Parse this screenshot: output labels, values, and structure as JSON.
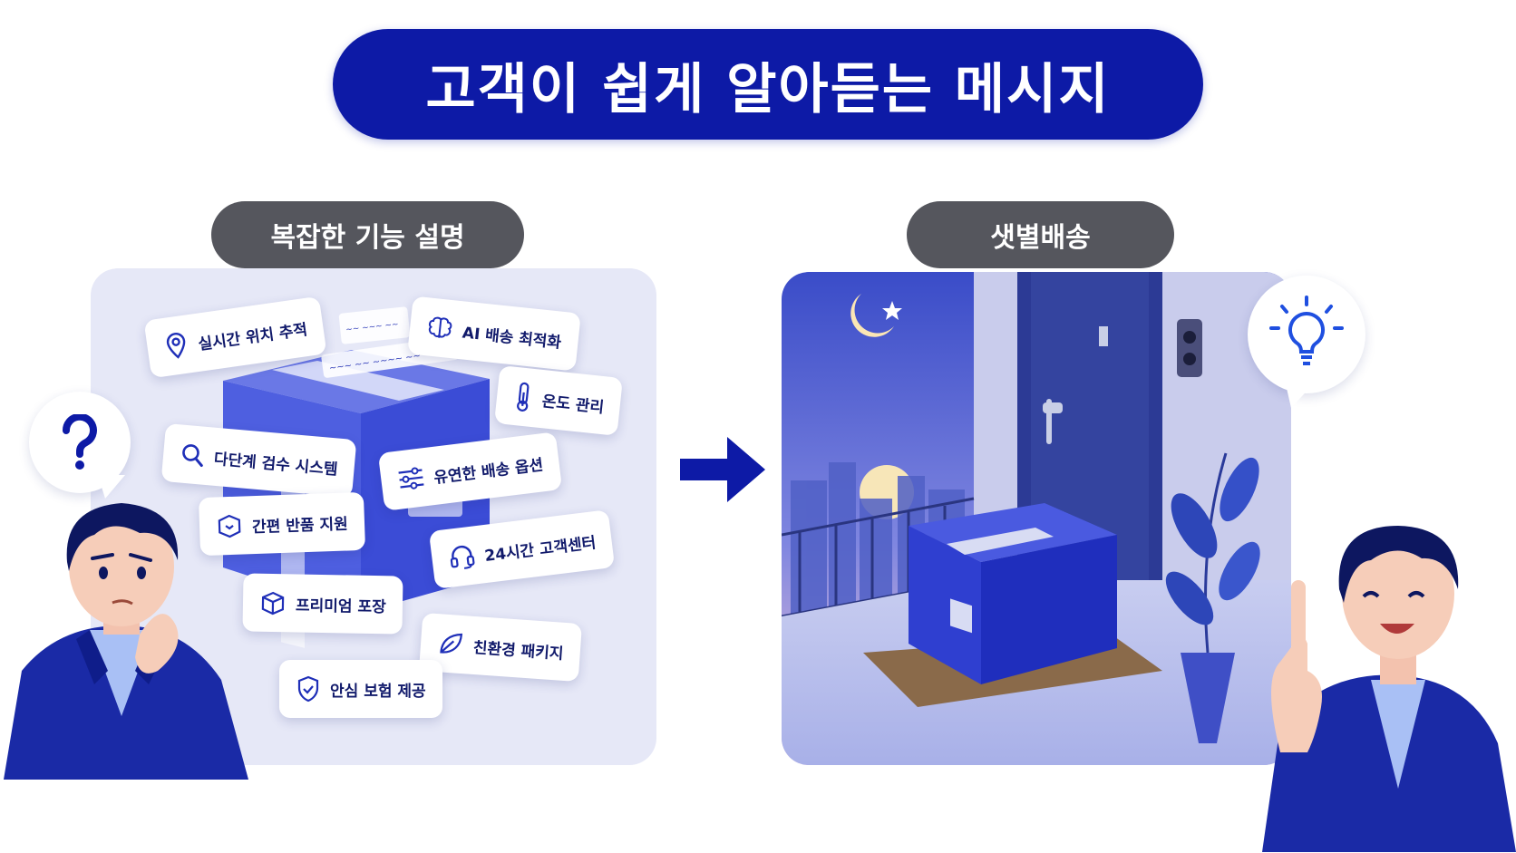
{
  "title": "고객이 쉽게 알아듣는 메시지",
  "left": {
    "label": "복잡한 기능 설명",
    "features": [
      {
        "text": "실시간 위치 추적",
        "icon": "location-pin-icon"
      },
      {
        "text": "AI 배송 최적화",
        "icon": "brain-icon"
      },
      {
        "text": "온도 관리",
        "icon": "thermometer-icon"
      },
      {
        "text": "다단계 검수 시스템",
        "icon": "magnifier-icon"
      },
      {
        "text": "유연한 배송 옵션",
        "icon": "sliders-icon"
      },
      {
        "text": "간편 반품 지원",
        "icon": "return-box-icon"
      },
      {
        "text": "24시간 고객센터",
        "icon": "headset-icon"
      },
      {
        "text": "프리미엄 포장",
        "icon": "package-icon"
      },
      {
        "text": "친환경 패키지",
        "icon": "leaf-icon"
      },
      {
        "text": "안심 보험 제공",
        "icon": "shield-check-icon"
      }
    ],
    "bubble_icon": "question-mark-icon"
  },
  "right": {
    "label": "샛별배송",
    "bubble_icon": "lightbulb-icon"
  },
  "colors": {
    "brand_navy": "#0d1aa6",
    "label_gray": "#55565d",
    "box_blue": "#2f3fd0",
    "card_text": "#111a6b"
  }
}
